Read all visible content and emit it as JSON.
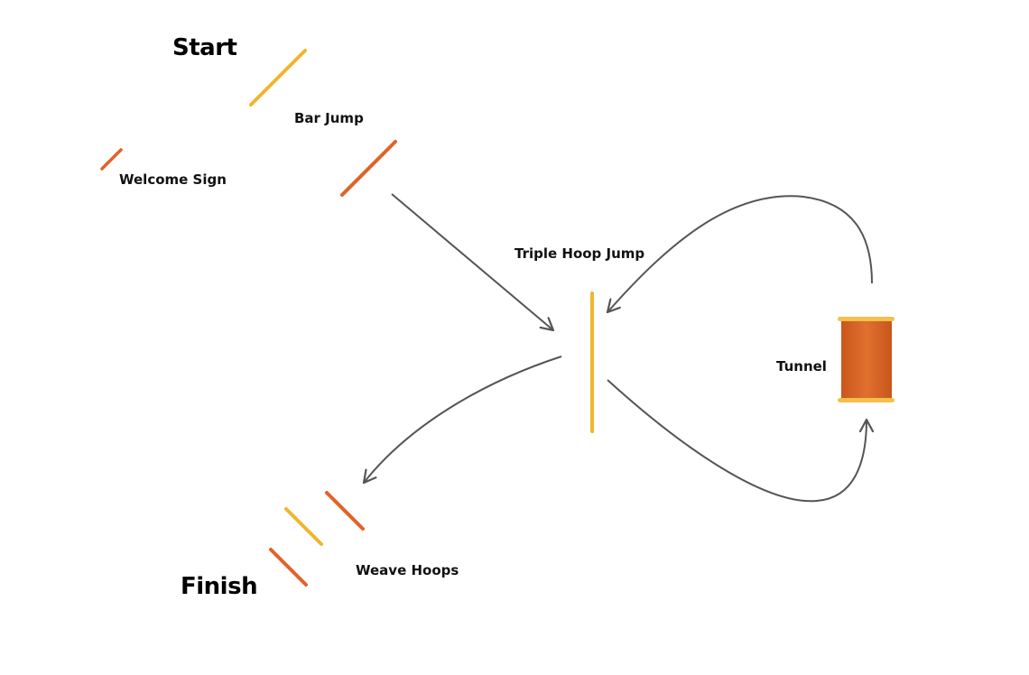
{
  "diagram": {
    "start_label": "Start",
    "finish_label": "Finish",
    "stations": {
      "welcome_sign": "Welcome Sign",
      "bar_jump": "Bar Jump",
      "triple_hoop_jump": "Triple Hoop Jump",
      "tunnel": "Tunnel",
      "weave_hoops": "Weave Hoops"
    },
    "colors": {
      "orange": "#e2622a",
      "yellow": "#f2b52e",
      "tunnel_body": "#d86425",
      "tunnel_rim": "#f4c04a",
      "arrow": "#555555"
    }
  }
}
